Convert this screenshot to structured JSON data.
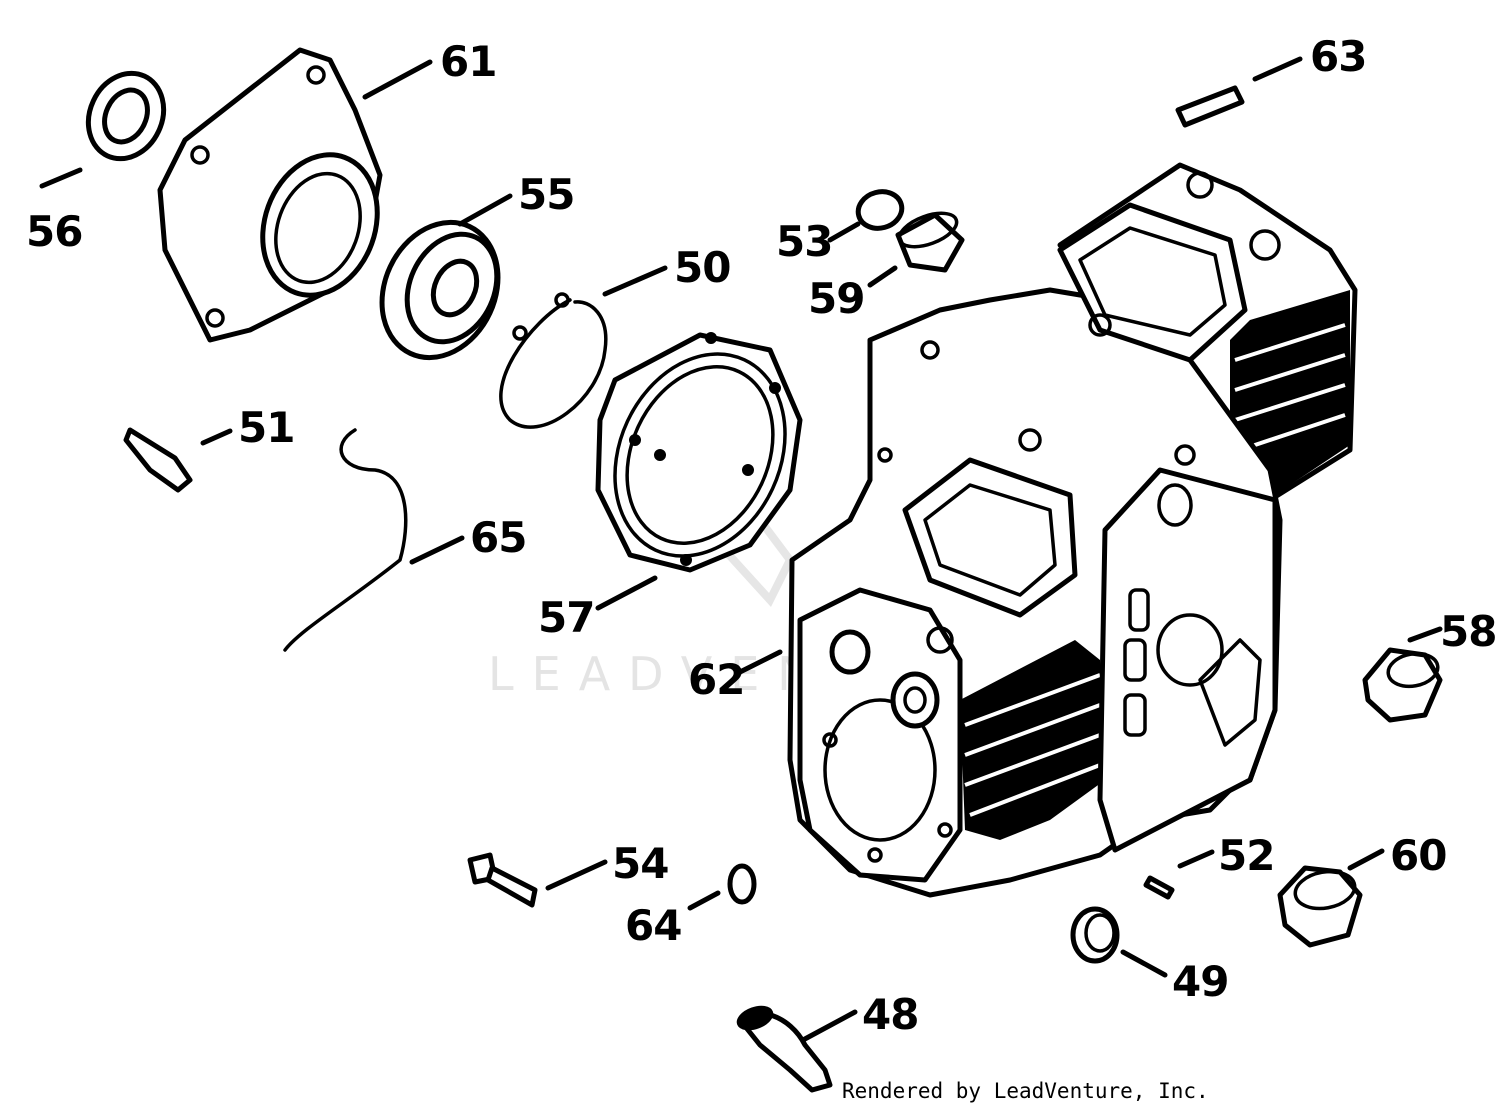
{
  "callouts": [
    {
      "id": "48",
      "label": "48"
    },
    {
      "id": "49",
      "label": "49"
    },
    {
      "id": "50",
      "label": "50"
    },
    {
      "id": "51",
      "label": "51"
    },
    {
      "id": "52",
      "label": "52"
    },
    {
      "id": "53",
      "label": "53"
    },
    {
      "id": "54",
      "label": "54"
    },
    {
      "id": "55",
      "label": "55"
    },
    {
      "id": "56",
      "label": "56"
    },
    {
      "id": "57",
      "label": "57"
    },
    {
      "id": "58",
      "label": "58"
    },
    {
      "id": "59",
      "label": "59"
    },
    {
      "id": "60",
      "label": "60"
    },
    {
      "id": "61",
      "label": "61"
    },
    {
      "id": "62",
      "label": "62"
    },
    {
      "id": "63",
      "label": "63"
    },
    {
      "id": "64",
      "label": "64"
    },
    {
      "id": "65",
      "label": "65"
    }
  ],
  "watermark": "LEADVENTURE",
  "credit": "Rendered by LeadVenture, Inc.",
  "colors": {
    "ink": "#000000",
    "paper": "#ffffff",
    "watermark": "#e4e4e4"
  }
}
